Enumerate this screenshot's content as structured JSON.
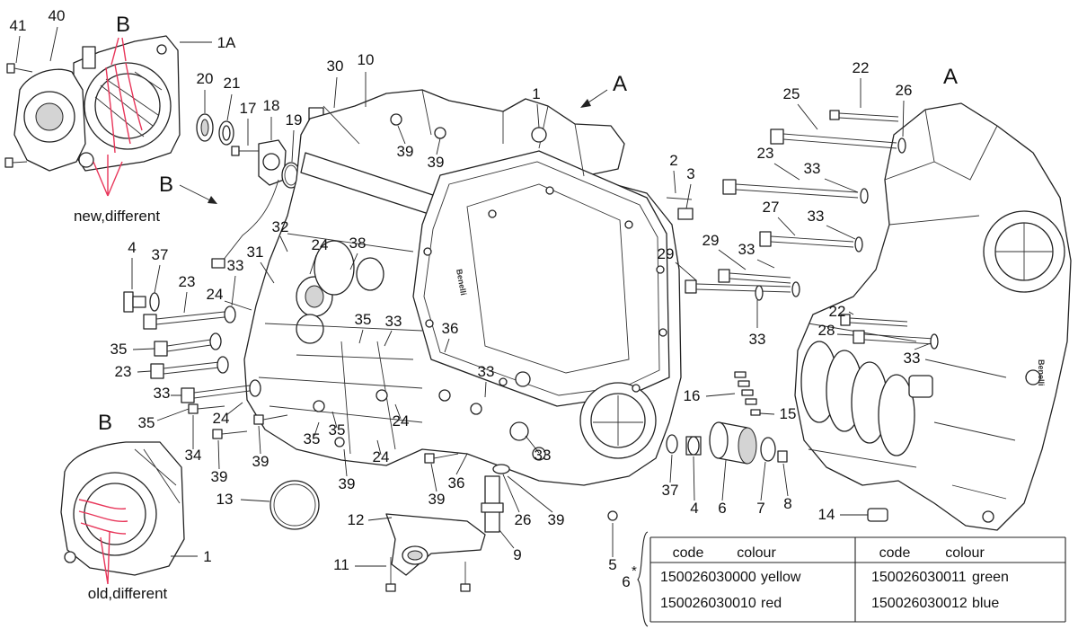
{
  "diagram": {
    "callouts": [
      "41",
      "40",
      "1A",
      "20",
      "21",
      "17",
      "18",
      "19",
      "30",
      "10",
      "1",
      "39",
      "39",
      "2",
      "3",
      "22",
      "25",
      "26",
      "23",
      "33",
      "27",
      "33",
      "29",
      "33",
      "29",
      "22",
      "28",
      "33",
      "33",
      "32",
      "24",
      "38",
      "31",
      "33",
      "4",
      "37",
      "23",
      "24",
      "35",
      "33",
      "36",
      "35",
      "23",
      "33",
      "33",
      "16",
      "15",
      "35",
      "24",
      "35",
      "24",
      "35",
      "24",
      "33",
      "34",
      "39",
      "39",
      "39",
      "36",
      "37",
      "4",
      "6",
      "7",
      "8",
      "13",
      "39",
      "14",
      "12",
      "26",
      "39",
      "9",
      "1",
      "11",
      "5"
    ],
    "view_markers": [
      "B",
      "A",
      "B",
      "A",
      "B"
    ],
    "notes": {
      "new_part": "new,different",
      "old_part": "old,different"
    },
    "variant_callout": {
      "number": "6",
      "mark": "*"
    },
    "logo_text": "Benelli"
  },
  "colour_table": {
    "columns": [
      {
        "header_code": "code",
        "header_colour": "colour",
        "rows": [
          {
            "code": "150026030000",
            "colour": "yellow"
          },
          {
            "code": "150026030010",
            "colour": "red"
          }
        ]
      },
      {
        "header_code": "code",
        "header_colour": "colour",
        "rows": [
          {
            "code": "150026030011",
            "colour": "green"
          },
          {
            "code": "150026030012",
            "colour": "blue"
          }
        ]
      }
    ]
  },
  "colors": {
    "line": "#222222",
    "highlight": "#e8365a",
    "shade": "#d4d4d4"
  }
}
